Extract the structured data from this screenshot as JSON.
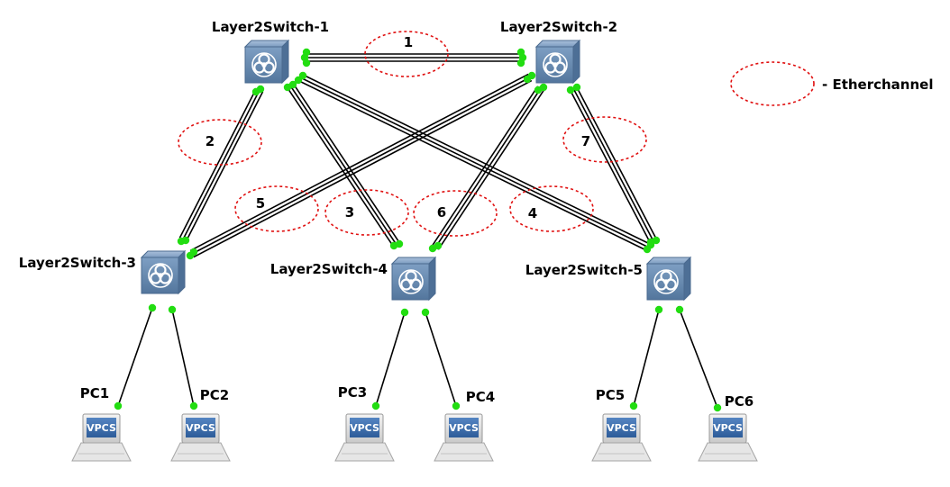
{
  "switches": [
    {
      "id": "sw1",
      "label": "Layer2Switch-1"
    },
    {
      "id": "sw2",
      "label": "Layer2Switch-2"
    },
    {
      "id": "sw3",
      "label": "Layer2Switch-3"
    },
    {
      "id": "sw4",
      "label": "Layer2Switch-4"
    },
    {
      "id": "sw5",
      "label": "Layer2Switch-5"
    }
  ],
  "pcs": [
    {
      "id": "pc1",
      "label": "PC1",
      "screen_text": "VPCS"
    },
    {
      "id": "pc2",
      "label": "PC2",
      "screen_text": "VPCS"
    },
    {
      "id": "pc3",
      "label": "PC3",
      "screen_text": "VPCS"
    },
    {
      "id": "pc4",
      "label": "PC4",
      "screen_text": "VPCS"
    },
    {
      "id": "pc5",
      "label": "PC5",
      "screen_text": "VPCS"
    },
    {
      "id": "pc6",
      "label": "PC6",
      "screen_text": "VPCS"
    }
  ],
  "etherchannels": [
    {
      "number": "1",
      "between": [
        "sw1",
        "sw2"
      ]
    },
    {
      "number": "2",
      "between": [
        "sw1",
        "sw3"
      ]
    },
    {
      "number": "3",
      "between": [
        "sw1",
        "sw4"
      ]
    },
    {
      "number": "4",
      "between": [
        "sw1",
        "sw5"
      ]
    },
    {
      "number": "5",
      "between": [
        "sw2",
        "sw3"
      ]
    },
    {
      "number": "6",
      "between": [
        "sw2",
        "sw4"
      ]
    },
    {
      "number": "7",
      "between": [
        "sw2",
        "sw5"
      ]
    }
  ],
  "access_links": [
    {
      "switch": "sw3",
      "pc": "pc1"
    },
    {
      "switch": "sw3",
      "pc": "pc2"
    },
    {
      "switch": "sw4",
      "pc": "pc3"
    },
    {
      "switch": "sw4",
      "pc": "pc4"
    },
    {
      "switch": "sw5",
      "pc": "pc5"
    },
    {
      "switch": "sw5",
      "pc": "pc6"
    }
  ],
  "legend": {
    "text": "- Etherchannel"
  },
  "colors": {
    "link": "#000000",
    "port_dot": "#22dd11",
    "etherchannel_ellipse": "#e01010",
    "switch_body": "#6f93b8",
    "vpcs_screen": "#3b6fb0"
  }
}
